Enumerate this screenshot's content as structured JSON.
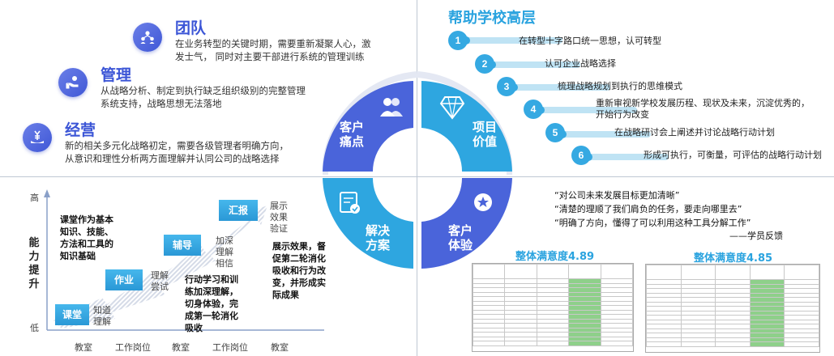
{
  "quadrant_tl": {
    "items": [
      {
        "title": "团队",
        "icon": "team-icon",
        "desc_lines": [
          "在业务转型的关键时期，需要重新凝聚人心，激",
          "发士气，  同时对主要干部进行系统的管理训练"
        ]
      },
      {
        "title": "管理",
        "icon": "hand-coin-icon",
        "desc_lines": [
          "从战略分析、制定到执行缺乏组织级别的完整管理",
          "系统支持，战略思想无法落地"
        ]
      },
      {
        "title": "经营",
        "icon": "money-hand-icon",
        "desc_lines": [
          "新的相关多元化战略初定，需要各级管理者明确方向，",
          "从意识和理性分析两方面理解并认同公司的战略选择"
        ]
      }
    ]
  },
  "quadrant_tr": {
    "title": "帮助学校高层",
    "steps": [
      {
        "num": "1",
        "text": "在转型十字路口统一思想，认可转型"
      },
      {
        "num": "2",
        "text": "认可企业战略选择"
      },
      {
        "num": "3",
        "text": "梳理战略规划到执行的思维模式"
      },
      {
        "num": "4",
        "text": "重新审视新学校发展历程、现状及未来，沉淀优秀的，",
        "text2": "开始行为改变"
      },
      {
        "num": "5",
        "text": "在战略研讨会上阐述并讨论战略行动计划"
      },
      {
        "num": "6",
        "text": "形成可执行，可衡量，可评估的战略行动计划"
      }
    ]
  },
  "center": {
    "q1": [
      "客户",
      "痛点"
    ],
    "q2": [
      "项目",
      "价值"
    ],
    "q3": [
      "解决",
      "方案"
    ],
    "q4": [
      "客户",
      "体验"
    ],
    "colors": {
      "blue_dark": "#4a64da",
      "cyan": "#2ea6e0",
      "ring_light": "#e4e8f3"
    }
  },
  "quadrant_bl": {
    "y_axis_high": "高",
    "y_axis_low": "低",
    "y_axis_label": [
      "能",
      "力",
      "提",
      "升"
    ],
    "x_labels": [
      "教室",
      "工作岗位",
      "教室",
      "工作岗位",
      "教室"
    ],
    "stairs": [
      "课堂",
      "作业",
      "辅导",
      "汇报"
    ],
    "stair_notes": [
      [
        "知道",
        "理解"
      ],
      [
        "理解",
        "尝试"
      ],
      [
        "加深",
        "理解",
        "相信"
      ],
      [
        "展示",
        "效果",
        "验证"
      ]
    ],
    "bold_notes": [
      [
        "课堂作为基本",
        "知识、技能、",
        "方法和工具的",
        "知识基础"
      ],
      [
        "行动学习和训",
        "练加深理解，",
        "切身体验，完",
        "成第一轮消化",
        "吸收"
      ],
      [
        "展示效果，督",
        "促第二轮消化",
        "吸收和行为改",
        "变，并形成实",
        "际成果"
      ]
    ]
  },
  "quadrant_br": {
    "quotes": [
      "“对公司未来发展目标更加清晰”",
      "“清楚的理顺了我们肩负的任务，要走向哪里去”",
      "“明确了方向，懂得了可以利用这种工具分解工作”"
    ],
    "attribution": "——学员反馈",
    "satisfaction": [
      {
        "label": "整体满意度4.89"
      },
      {
        "label": "整体满意度4.85"
      }
    ]
  }
}
